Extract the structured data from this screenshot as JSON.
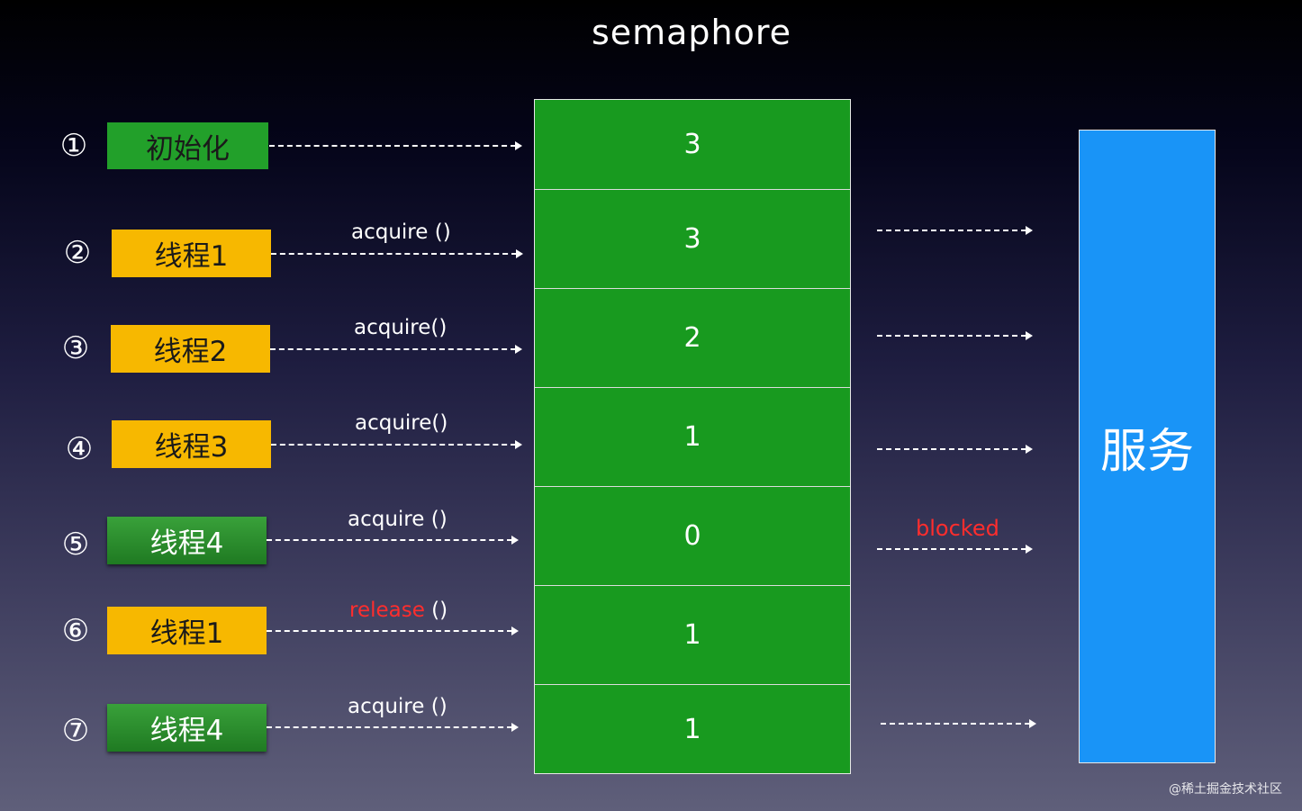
{
  "title": "semaphore",
  "steps": [
    {
      "num": "①",
      "label": "初始化",
      "action": "",
      "action_red": "",
      "action_rest": ""
    },
    {
      "num": "②",
      "label": "线程1",
      "action": "acquire ()",
      "action_red": "",
      "action_rest": ""
    },
    {
      "num": "③",
      "label": "线程2",
      "action": "acquire()",
      "action_red": "",
      "action_rest": ""
    },
    {
      "num": "④",
      "label": "线程3",
      "action": "acquire()",
      "action_red": "",
      "action_rest": ""
    },
    {
      "num": "⑤",
      "label": "线程4",
      "action": "acquire ()",
      "action_red": "",
      "action_rest": ""
    },
    {
      "num": "⑥",
      "label": "线程1",
      "action": "",
      "action_red": "release",
      "action_rest": " ()"
    },
    {
      "num": "⑦",
      "label": "线程4",
      "action": "acquire ()",
      "action_red": "",
      "action_rest": ""
    }
  ],
  "semaphore_values": [
    "3",
    "3",
    "2",
    "1",
    "0",
    "1",
    "1"
  ],
  "service_label": "服务",
  "blocked_label": "blocked",
  "watermark": "@稀土掘金技术社区",
  "colors": {
    "init": "#22a02a",
    "yellow": "#f7b800",
    "green": "#2a8f2c",
    "stack": "#189a1f",
    "service": "#1994f7",
    "red": "#ff2d2d"
  }
}
